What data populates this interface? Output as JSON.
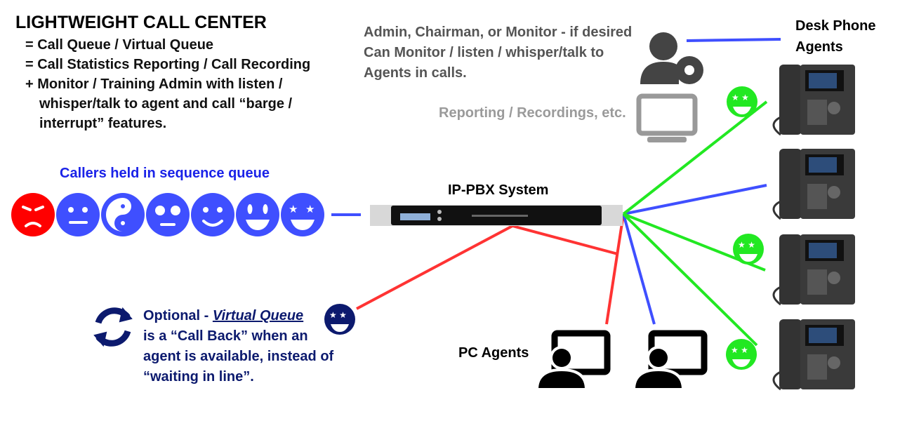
{
  "title": "LIGHTWEIGHT CALL CENTER",
  "features": [
    "= Call Queue / Virtual Queue",
    "= Call Statistics Reporting / Call Recording",
    "+ Monitor / Training Admin with listen /",
    "whisper/talk to agent and call “barge /",
    "interrupt” features."
  ],
  "admin_text": [
    "Admin, Chairman, or Monitor - if desired",
    "Can Monitor / listen / whisper/talk to",
    "Agents in calls."
  ],
  "reporting": "Reporting / Recordings, etc.",
  "callers_label": "Callers held in sequence queue",
  "pbx_label": "IP-PBX System",
  "desk_phone": [
    "Desk Phone",
    "Agents"
  ],
  "optional": {
    "prefix": "Optional - ",
    "emph": "Virtual Queue",
    "lines": [
      "is a “Call Back” when an",
      "agent is available, instead of",
      "“waiting in line”."
    ]
  },
  "pc_agents": "PC Agents",
  "colors": {
    "red": "#ff2020",
    "blue": "#3f4fff",
    "green": "#22e822",
    "navy": "#0c1a6e"
  },
  "caller_faces": [
    "angry",
    "neutral",
    "yin-yang",
    "eye-roll",
    "smile",
    "grin",
    "star-struck"
  ]
}
